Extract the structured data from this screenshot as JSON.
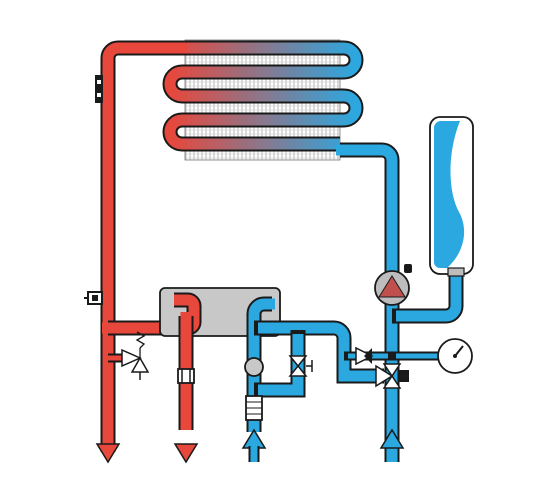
{
  "diagram": {
    "kind": "boiler-hydraulic-scheme",
    "colors": {
      "hot": "#e8473b",
      "cold": "#2ba8e0",
      "outline": "#1a1a1a",
      "plate_exchanger": "#c8c8c8",
      "fins": "#9a9a9a",
      "background": "#ffffff",
      "pump_rotor": "#c0504d",
      "pump_body": "#bdbdbd",
      "valve_fill": "#ffffff"
    },
    "components": [
      {
        "name": "main-heat-exchanger",
        "icon": "finned-coil-icon"
      },
      {
        "name": "expansion-vessel",
        "icon": "vessel-icon"
      },
      {
        "name": "circulation-pump",
        "icon": "pump-icon"
      },
      {
        "name": "plate-heat-exchanger",
        "icon": "plate-exchanger-icon"
      },
      {
        "name": "pressure-gauge",
        "icon": "gauge-icon"
      },
      {
        "name": "safety-valve",
        "icon": "relief-valve-icon"
      },
      {
        "name": "bypass-valve",
        "icon": "valve-icon"
      },
      {
        "name": "check-valve",
        "icon": "check-valve-icon"
      },
      {
        "name": "three-way-valve",
        "icon": "three-way-valve-icon"
      },
      {
        "name": "flow-sensor",
        "icon": "flow-sensor-icon"
      },
      {
        "name": "water-filter",
        "icon": "filter-icon"
      },
      {
        "name": "temperature-sensor",
        "icon": "sensor-icon"
      }
    ]
  }
}
